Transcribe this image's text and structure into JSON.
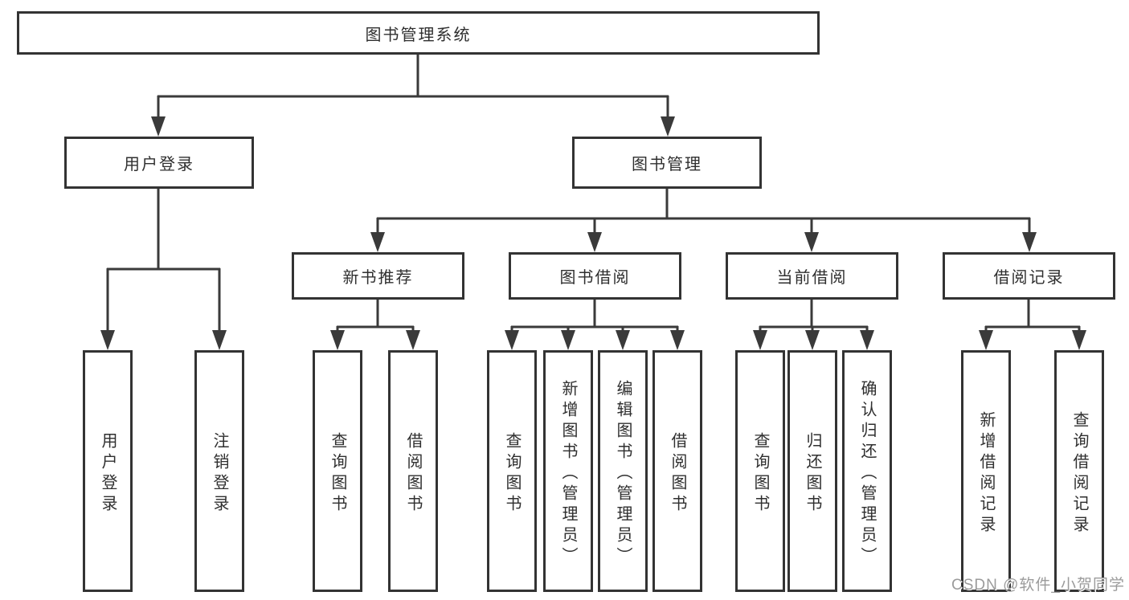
{
  "diagram": {
    "type": "hierarchy-tree",
    "colors": {
      "line": "#3a3a3a",
      "box_border": "#333333",
      "text": "#2f2f2f",
      "watermark": "#9b9b9b"
    },
    "root": {
      "label": "图书管理系统"
    },
    "branches": [
      {
        "label": "用户登录",
        "children": [
          {
            "label": "用户登录"
          },
          {
            "label": "注销登录"
          }
        ]
      },
      {
        "label": "图书管理",
        "children": [
          {
            "label": "新书推荐",
            "children": [
              {
                "label": "查询图书"
              },
              {
                "label": "借阅图书"
              }
            ]
          },
          {
            "label": "图书借阅",
            "children": [
              {
                "label": "查询图书"
              },
              {
                "label": "新增图书（管理员）"
              },
              {
                "label": "编辑图书（管理员）"
              },
              {
                "label": "借阅图书"
              }
            ]
          },
          {
            "label": "当前借阅",
            "children": [
              {
                "label": "查询图书"
              },
              {
                "label": "归还图书"
              },
              {
                "label": "确认归还（管理员）"
              }
            ]
          },
          {
            "label": "借阅记录",
            "children": [
              {
                "label": "新增借阅记录"
              },
              {
                "label": "查询借阅记录"
              }
            ]
          }
        ]
      }
    ],
    "watermark": "CSDN @软件_小贺同学"
  }
}
